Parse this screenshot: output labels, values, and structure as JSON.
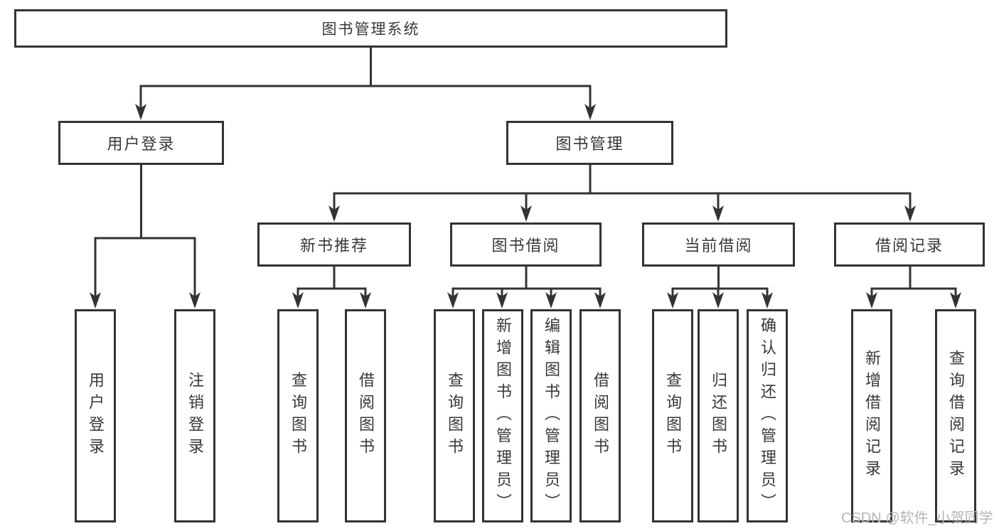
{
  "tree": {
    "root": {
      "label": "图书管理系统"
    },
    "level1": [
      {
        "label": "用户登录",
        "children": [
          {
            "label": "用户登录"
          },
          {
            "label": "注销登录"
          }
        ]
      },
      {
        "label": "图书管理",
        "children": [
          {
            "label": "新书推荐",
            "children": [
              {
                "label": "查询图书"
              },
              {
                "label": "借阅图书"
              }
            ]
          },
          {
            "label": "图书借阅",
            "children": [
              {
                "label": "查询图书"
              },
              {
                "label": "新增图书（管理员）"
              },
              {
                "label": "编辑图书（管理员）"
              },
              {
                "label": "借阅图书"
              }
            ]
          },
          {
            "label": "当前借阅",
            "children": [
              {
                "label": "查询图书"
              },
              {
                "label": "归还图书"
              },
              {
                "label": "确认归还（管理员）"
              }
            ]
          },
          {
            "label": "借阅记录",
            "children": [
              {
                "label": "新增借阅记录"
              },
              {
                "label": "查询借阅记录"
              }
            ]
          }
        ]
      }
    ]
  },
  "watermark": {
    "text": "CSDN @软件_小贺同学"
  },
  "colors": {
    "line": "#333333",
    "border": "#333333",
    "text": "#383838",
    "background": "#ffffff",
    "watermark": "#b5b5b5"
  }
}
